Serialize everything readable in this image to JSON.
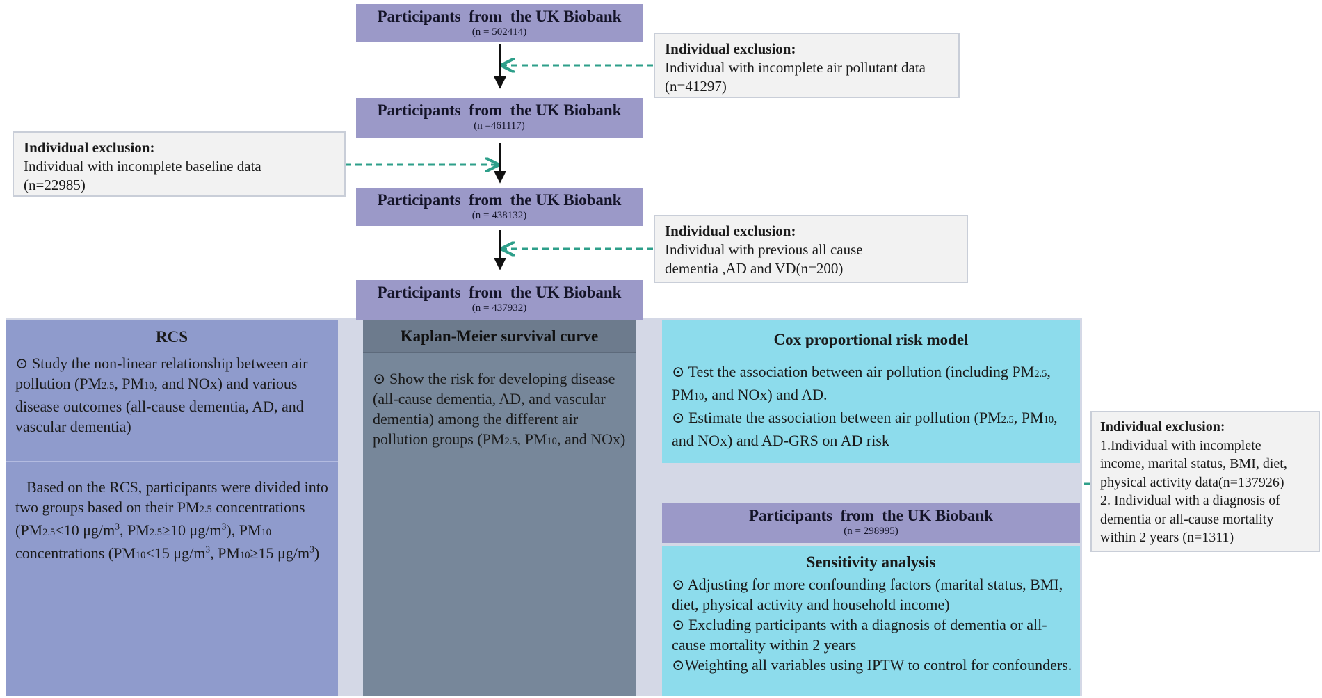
{
  "participant_boxes": [
    {
      "title": "Participants  from  the UK Biobank",
      "count": "(n = 502414)"
    },
    {
      "title": "Participants  from  the UK Biobank",
      "count": "(n =461117)"
    },
    {
      "title": "Participants  from  the UK Biobank",
      "count": "(n = 438132)"
    },
    {
      "title": "Participants  from  the UK Biobank",
      "count": "(n = 437932)"
    },
    {
      "title": "Participants  from  the UK Biobank",
      "count": "(n = 298995)"
    }
  ],
  "exclusions": [
    {
      "heading": "Individual exclusion:",
      "line1": "Individual  with incomplete air pollutant data",
      "line2": "(n=41297)"
    },
    {
      "heading": "Individual exclusion:",
      "line1": "Individual  with incomplete baseline data",
      "line2": "(n=22985)"
    },
    {
      "heading": "Individual exclusion:",
      "line1": "Individual  with  previous all cause",
      "line2": "dementia ,AD and VD(n=200)"
    },
    {
      "heading": "Individual exclusion:",
      "lines": [
        "1.Individual  with incomplete",
        "income, marital status, BMI, diet,",
        "physical activity data(n=137926)",
        "2. Individual  with a diagnosis of",
        "dementia or all-cause mortality",
        "within 2 years (n=1311)"
      ]
    }
  ],
  "rcs": {
    "title": "RCS",
    "bullet": "⊙",
    "text1": "Study the non-linear relationship between air pollution (PM",
    "pm25_sub": "2.5",
    "text1b": ", PM",
    "pm10_sub": "10",
    "text1c": ", and NOx) and various disease outcomes (all-cause dementia, AD, and vascular dementia)",
    "text2a": "Based on the RCS, participants were divided into two groups based on their PM",
    "text2b": " concentrations (PM",
    "text2c": "<10 μg/m",
    "sup3": "3",
    "text2d": ", PM",
    "text2e": "≥10 μg/m",
    "text2f": "), PM",
    "text2g": " concentrations (PM",
    "text2h": "<15 μg/m",
    "text2i": ", PM",
    "text2j": "≥15 μg/m",
    "text2k": ")"
  },
  "km": {
    "title": "Kaplan-Meier survival curve",
    "text_a": "Show the risk for developing disease (all-cause dementia, AD, and vascular dementia) among the different air pollution groups (PM",
    "text_b": ", PM",
    "text_c": ", and NOx)"
  },
  "cox": {
    "title": "Cox proportional risk model",
    "b1a": "Test the association between air pollution (including PM",
    "b1b": ", PM",
    "b1c": ", and NOx) and AD.",
    "b2a": "Estimate the association between air pollution (PM",
    "b2b": "PM",
    "b2c": ", and NOx) and AD-GRS on  AD risk"
  },
  "sensitivity": {
    "title": "Sensitivity analysis",
    "bullets": [
      "Adjusting for more confounding factors (marital status, BMI, diet, physical activity and household income)",
      "Excluding participants with a diagnosis of dementia or all-cause mortality within 2 years",
      "Weighting all variables using IPTW to control for confounders."
    ]
  },
  "colors": {
    "participant_box": "#9b99c8",
    "rcs_panel": "#8f9bcc",
    "km_panel": "#77879a",
    "km_title": "#6d7b8d",
    "cox_panel": "#8ddcec",
    "background_panel": "#d4d8e6",
    "exclusion_box": "#f2f2f2",
    "dashed_arrow": "#2e9f8a"
  }
}
